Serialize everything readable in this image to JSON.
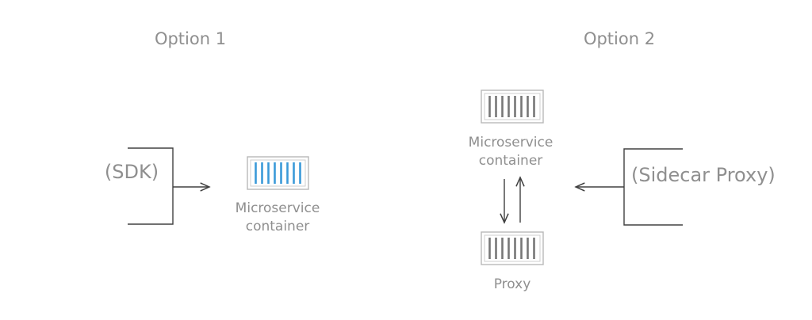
{
  "option1": {
    "title": "Option 1",
    "library_label": "(SDK)",
    "container_caption_line1": "Microservice",
    "container_caption_line2": "container",
    "container_icon": "shipping-container-icon"
  },
  "option2": {
    "title": "Option 2",
    "container_caption_line1": "Microservice",
    "container_caption_line2": "container",
    "proxy_caption": "Proxy",
    "sidecar_label": "(Sidecar Proxy)",
    "container_icon": "shipping-container-icon"
  },
  "colors": {
    "text_gray": "#8f8f8f",
    "line_dark": "#404040",
    "orange": "#f5a623",
    "blue": "#1b6db5",
    "container_blue": "#3a9ad9"
  }
}
